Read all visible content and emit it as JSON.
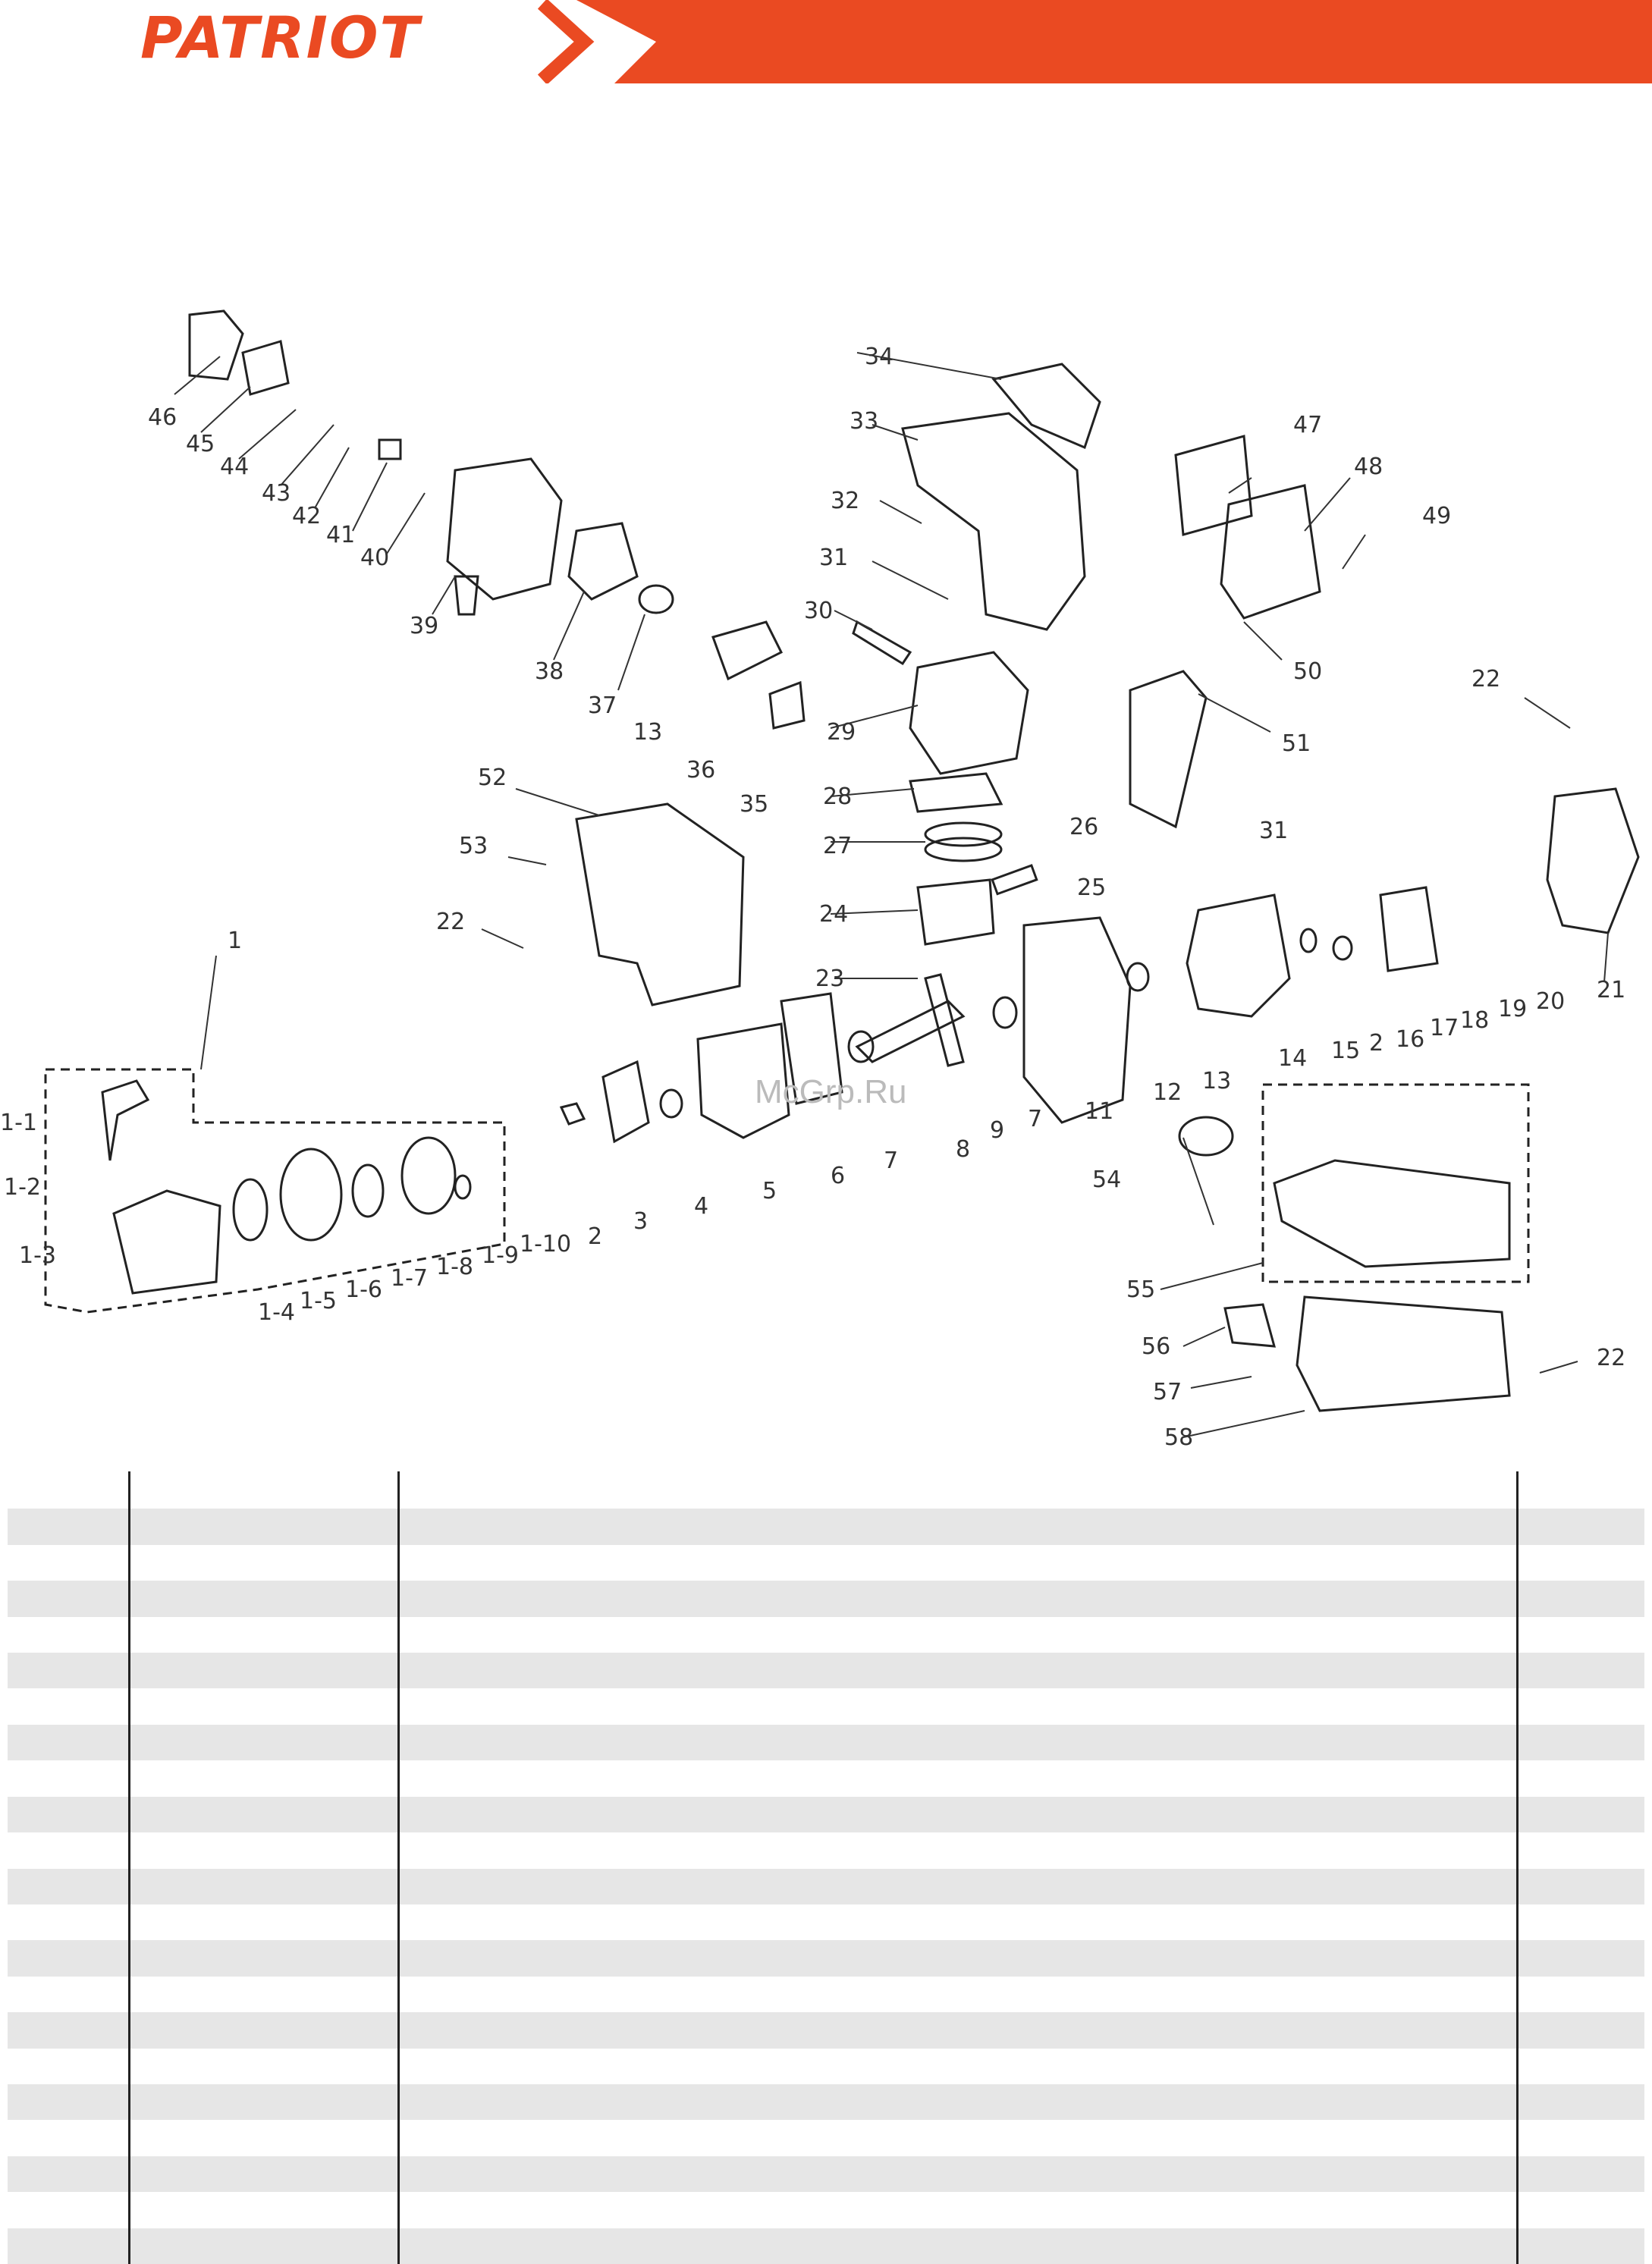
{
  "header": {
    "brand": "PATRIOT",
    "brand_color": "#ea4a22",
    "bar_color": "#ea4a22"
  },
  "watermark": "McGrp.Ru",
  "callouts": {
    "c46": "46",
    "c45": "45",
    "c44": "44",
    "c43": "43",
    "c42": "42",
    "c41": "41",
    "c40": "40",
    "c39": "39",
    "c38": "38",
    "c37": "37",
    "c13a": "13",
    "c36": "36",
    "c35": "35",
    "c34": "34",
    "c33": "33",
    "c32": "32",
    "c31a": "31",
    "c30": "30",
    "c29": "29",
    "c28": "28",
    "c27": "27",
    "c26": "26",
    "c25": "25",
    "c24": "24",
    "c23": "23",
    "c47": "47",
    "c48": "48",
    "c49": "49",
    "c50": "50",
    "c51": "51",
    "c31b": "31",
    "c22a": "22",
    "c52": "52",
    "c53": "53",
    "c22b": "22",
    "c1": "1",
    "c1_1": "1-1",
    "c1_2": "1-2",
    "c1_3": "1-3",
    "c1_4": "1-4",
    "c1_5": "1-5",
    "c1_6": "1-6",
    "c1_7": "1-7",
    "c1_8": "1-8",
    "c1_9": "1-9",
    "c1_10": "1-10",
    "c2a": "2",
    "c3": "3",
    "c4": "4",
    "c5": "5",
    "c6": "6",
    "c7a": "7",
    "c8": "8",
    "c9": "9",
    "c7b": "7",
    "c11": "11",
    "c12": "12",
    "c13b": "13",
    "c14": "14",
    "c15": "15",
    "c2b": "2",
    "c16": "16",
    "c17": "17",
    "c18": "18",
    "c19": "19",
    "c20": "20",
    "c21": "21",
    "c54": "54",
    "c55": "55",
    "c56": "56",
    "c57": "57",
    "c58": "58",
    "c22c": "22"
  }
}
